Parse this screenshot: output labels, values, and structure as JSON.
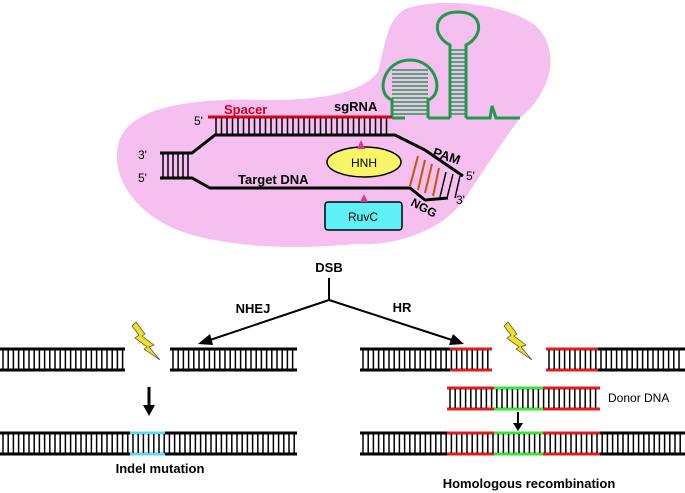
{
  "colors": {
    "complex_bg": "#f5c0f0",
    "dna": "#000000",
    "sgrna": "#d4001a",
    "scaffold": "#1e9a4a",
    "pam_rungs": "#cc5500",
    "hnh_fill": "#f8f568",
    "ruvc_fill": "#5ff0f5",
    "cut_marker": "#d63a8a",
    "lightning": "#f0e020",
    "homology_arm": "#e41a1c",
    "donor_insert": "#33e633",
    "indel": "#5ad8f0"
  },
  "complex": {
    "spacer_label": "Spacer",
    "sgrna_label": "sgRNA",
    "target_label": "Target DNA",
    "pam_label": "PAM",
    "ngg_label": "NGG",
    "hnh_label": "HNH",
    "ruvc_label": "RuvC",
    "end_5_spacer": "5'",
    "end_3_left_top": "3'",
    "end_5_left_bottom": "5'",
    "end_5_right": "5'",
    "end_3_right": "3'"
  },
  "pathway": {
    "dsb_label": "DSB",
    "nhej_label": "NHEJ",
    "hr_label": "HR"
  },
  "outcomes": {
    "donor_label": "Donor DNA",
    "indel_label": "Indel mutation",
    "hr_result_label": "Homologous recombination"
  }
}
